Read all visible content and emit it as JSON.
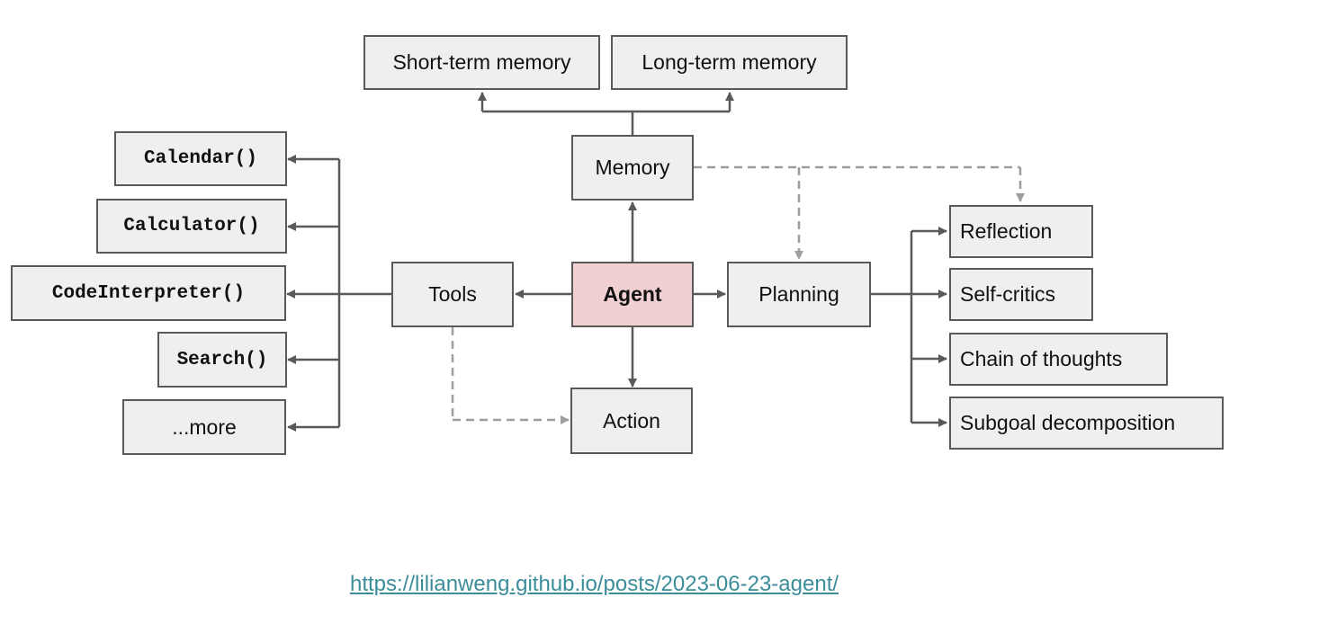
{
  "nodes": {
    "short_term_memory": "Short-term memory",
    "long_term_memory": "Long-term memory",
    "memory": "Memory",
    "calendar": "Calendar()",
    "calculator": "Calculator()",
    "code_interpreter": "CodeInterpreter()",
    "search": "Search()",
    "more": "...more",
    "tools": "Tools",
    "agent": "Agent",
    "planning": "Planning",
    "action": "Action",
    "reflection": "Reflection",
    "self_critics": "Self-critics",
    "chain_of_thoughts": "Chain of thoughts",
    "subgoal_decomposition": "Subgoal decomposition"
  },
  "source_link": "https://lilianweng.github.io/posts/2023-06-23-agent/",
  "colors": {
    "box_fill": "#efefef",
    "box_border": "#595959",
    "agent_fill": "#f0d0d0",
    "solid_arrow": "#595959",
    "dashed_arrow": "#9e9e9e",
    "link": "#3b8d9a"
  }
}
